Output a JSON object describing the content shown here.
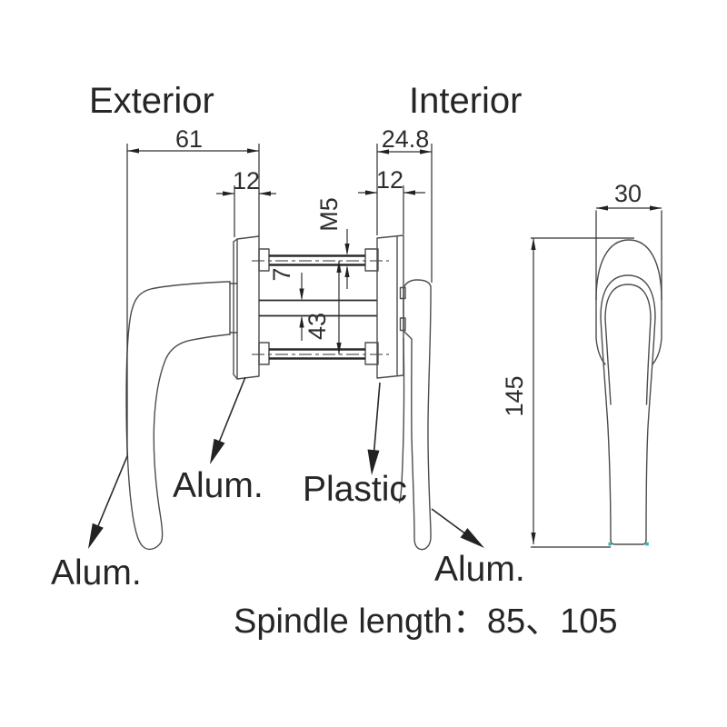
{
  "headings": {
    "exterior": "Exterior",
    "interior": "Interior"
  },
  "dimensions": {
    "handle_projection": "61",
    "exterior_plate_thickness": "12",
    "interior_projection": "24.8",
    "interior_plate_thickness": "12",
    "screw_thread": "M5",
    "spindle_square": "7",
    "screw_spacing": "43",
    "handle_length": "145",
    "handle_width": "30"
  },
  "materials": {
    "exterior_handle": "Alum.",
    "exterior_base": "Alum.",
    "interior_base": "Plastic",
    "interior_handle": "Alum."
  },
  "note": "Spindle length：85、105",
  "colors": {
    "part_line": "#4d4d4d",
    "dimension_line": "#303030",
    "text": "#262626",
    "snap_marker": "#35b6b6",
    "background": "#ffffff"
  }
}
